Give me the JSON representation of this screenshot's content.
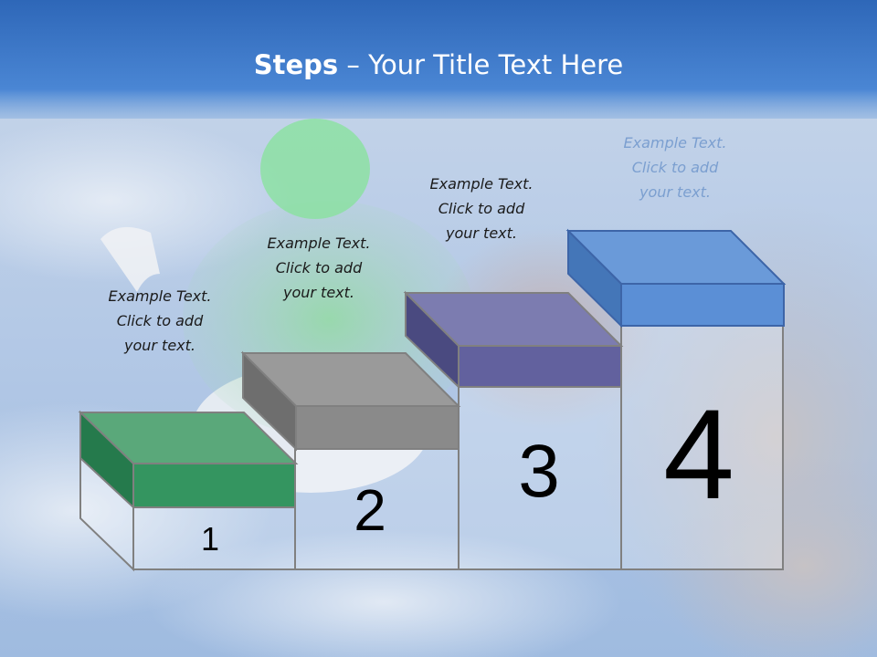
{
  "slide": {
    "title_bold": "Steps",
    "title_rest": " – Your Title Text Here"
  },
  "steps": [
    {
      "number": "1",
      "text_line1": "Example Text.",
      "text_line2": "Click  to add",
      "text_line3": "your text.",
      "color": "#2e8b57"
    },
    {
      "number": "2",
      "text_line1": "Example Text.",
      "text_line2": "Click  to add",
      "text_line3": "your text.",
      "color": "#8c8c8c"
    },
    {
      "number": "3",
      "text_line1": "Example Text.",
      "text_line2": "Click  to add",
      "text_line3": "your text.",
      "color": "#6a6aa6"
    },
    {
      "number": "4",
      "text_line1": "Example Text.",
      "text_line2": "Click  to add",
      "text_line3": "your text.",
      "color": "#4f85cf"
    }
  ],
  "colors": {
    "title_bar": "#3f7ccd",
    "sky": "#a7c3e6"
  }
}
